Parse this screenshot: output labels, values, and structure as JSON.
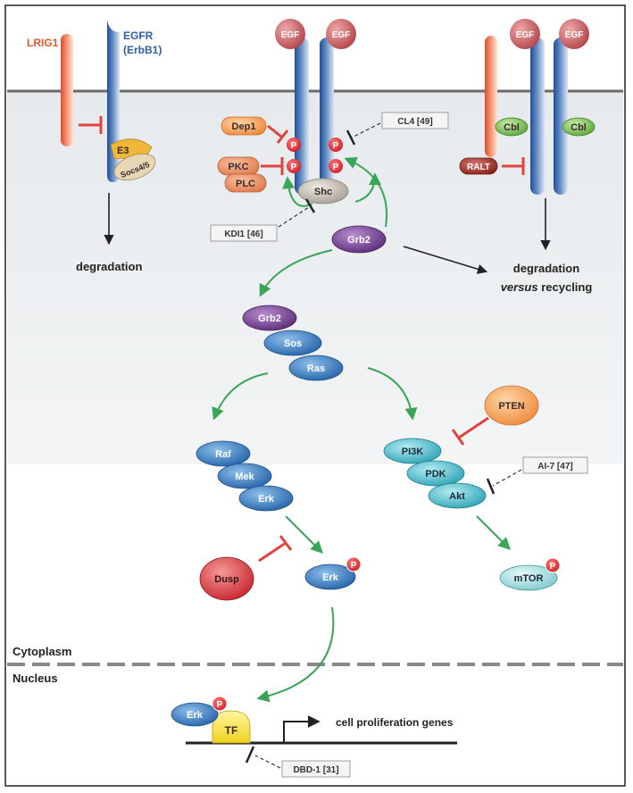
{
  "membrane": {
    "lrig1": "LRIG1",
    "egfr_line1": "EGFR",
    "egfr_line2": "(ErbB1)",
    "egf": "EGF",
    "e3": "E3",
    "socs": "Socs4/5"
  },
  "nodes": {
    "dep1": "Dep1",
    "pkc": "PKC",
    "plc": "PLC",
    "shc": "Shc",
    "grb2_top": "Grb2",
    "grb2": "Grb2",
    "sos": "Sos",
    "ras": "Ras",
    "cbl": "Cbl",
    "ralt": "RALT",
    "raf": "Raf",
    "mek": "Mek",
    "erk": "Erk",
    "pten": "PTEN",
    "pi3k": "PI3K",
    "pdk": "PDK",
    "akt": "Akt",
    "dusp": "Dusp",
    "erk_p": "Erk",
    "mtor": "mTOR",
    "erk_nuc": "Erk",
    "tf": "TF",
    "p": "P"
  },
  "inhibitors": {
    "cl4": "CL4 [49]",
    "kdi1": "KDI1 [46]",
    "ai7": "AI-7 [47]",
    "dbd1": "DBD-1 [31]"
  },
  "outcomes": {
    "degradation": "degradation",
    "degradation2": "degradation",
    "versus": "versus",
    "recycling": " recycling",
    "genes": "cell proliferation genes"
  },
  "compartments": {
    "cytoplasm": "Cytoplasm",
    "nucleus": "Nucleus"
  },
  "colors": {
    "activation": "#3aa556",
    "inhibition": "#e0443e",
    "receptor": "#2f5fa8",
    "grb2": "#6e3d86",
    "ras_blue": "#2f74b9",
    "pi3k_cyan": "#45b8c9"
  }
}
